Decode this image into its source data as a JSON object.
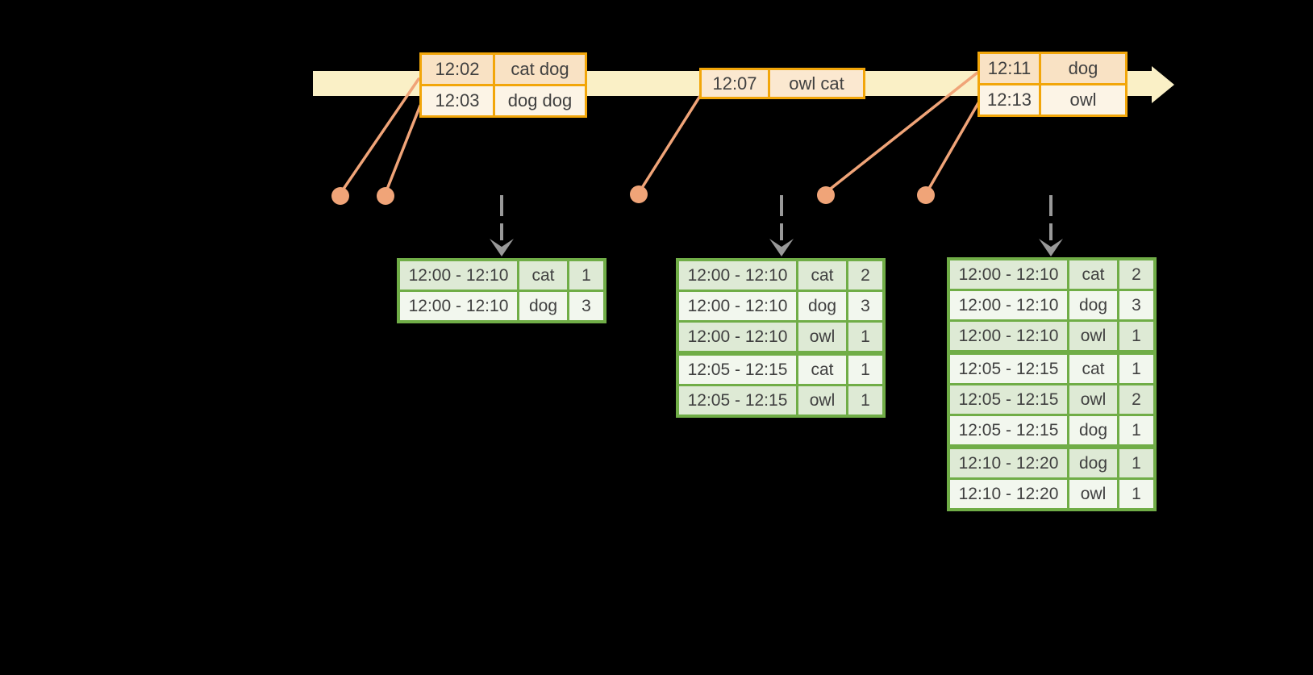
{
  "colors": {
    "background": "#000000",
    "band": "#FAF0C6",
    "gold": "#F2A60A",
    "peach_row": "#F9E2C4",
    "cream_row": "#FCF4E6",
    "mid_row": "#FBE8D0",
    "salmon": "#F0A478",
    "green": "#70AD47",
    "green_row": "#DEEAD5",
    "green_row_alt": "#F2F7EE",
    "arrow_gray": "#999999",
    "text": "#404040"
  },
  "icons": {
    "timeline_arrowhead": "right-arrowhead-triangle",
    "event_dot": "filled-circle",
    "trigger_arrow": "dashed-down-arrow-with-chevron"
  },
  "event_tables": [
    {
      "rows": [
        {
          "time": "12:02",
          "words": "cat dog"
        },
        {
          "time": "12:03",
          "words": "dog dog"
        }
      ]
    },
    {
      "rows": [
        {
          "time": "12:07",
          "words": "owl cat"
        }
      ]
    },
    {
      "rows": [
        {
          "time": "12:11",
          "words": "dog"
        },
        {
          "time": "12:13",
          "words": "owl"
        }
      ]
    }
  ],
  "result_tables": [
    {
      "rows": [
        {
          "window": "12:00 - 12:10",
          "word": "cat",
          "count": "1"
        },
        {
          "window": "12:00 - 12:10",
          "word": "dog",
          "count": "3"
        }
      ]
    },
    {
      "rows": [
        {
          "window": "12:00 - 12:10",
          "word": "cat",
          "count": "2"
        },
        {
          "window": "12:00 - 12:10",
          "word": "dog",
          "count": "3"
        },
        {
          "window": "12:00 - 12:10",
          "word": "owl",
          "count": "1"
        },
        {
          "window": "12:05 - 12:15",
          "word": "cat",
          "count": "1"
        },
        {
          "window": "12:05 - 12:15",
          "word": "owl",
          "count": "1"
        }
      ]
    },
    {
      "rows": [
        {
          "window": "12:00 - 12:10",
          "word": "cat",
          "count": "2"
        },
        {
          "window": "12:00 - 12:10",
          "word": "dog",
          "count": "3"
        },
        {
          "window": "12:00 - 12:10",
          "word": "owl",
          "count": "1"
        },
        {
          "window": "12:05 - 12:15",
          "word": "cat",
          "count": "1"
        },
        {
          "window": "12:05 - 12:15",
          "word": "owl",
          "count": "2"
        },
        {
          "window": "12:05 - 12:15",
          "word": "dog",
          "count": "1"
        },
        {
          "window": "12:10 - 12:20",
          "word": "dog",
          "count": "1"
        },
        {
          "window": "12:10 - 12:20",
          "word": "owl",
          "count": "1"
        }
      ]
    }
  ]
}
